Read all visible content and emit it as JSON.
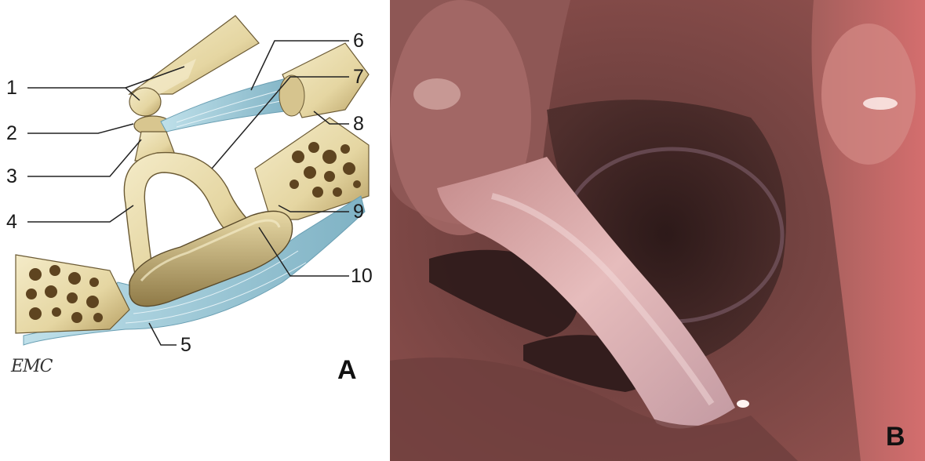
{
  "panel_a": {
    "letter": "A",
    "labels": [
      "1",
      "2",
      "3",
      "4",
      "5",
      "6",
      "7",
      "8",
      "9",
      "10"
    ],
    "logo": "EMC",
    "colors": {
      "bone": "#e9dcae",
      "bone_shadow": "#b9a56e",
      "ligament": "#9fc7d6",
      "outline": "#5a4a2a"
    }
  },
  "panel_b": {
    "letter": "B",
    "colors": {
      "tissue": "#b86a66",
      "dark": "#3a2422",
      "highlight": "#f2d6d2"
    }
  }
}
